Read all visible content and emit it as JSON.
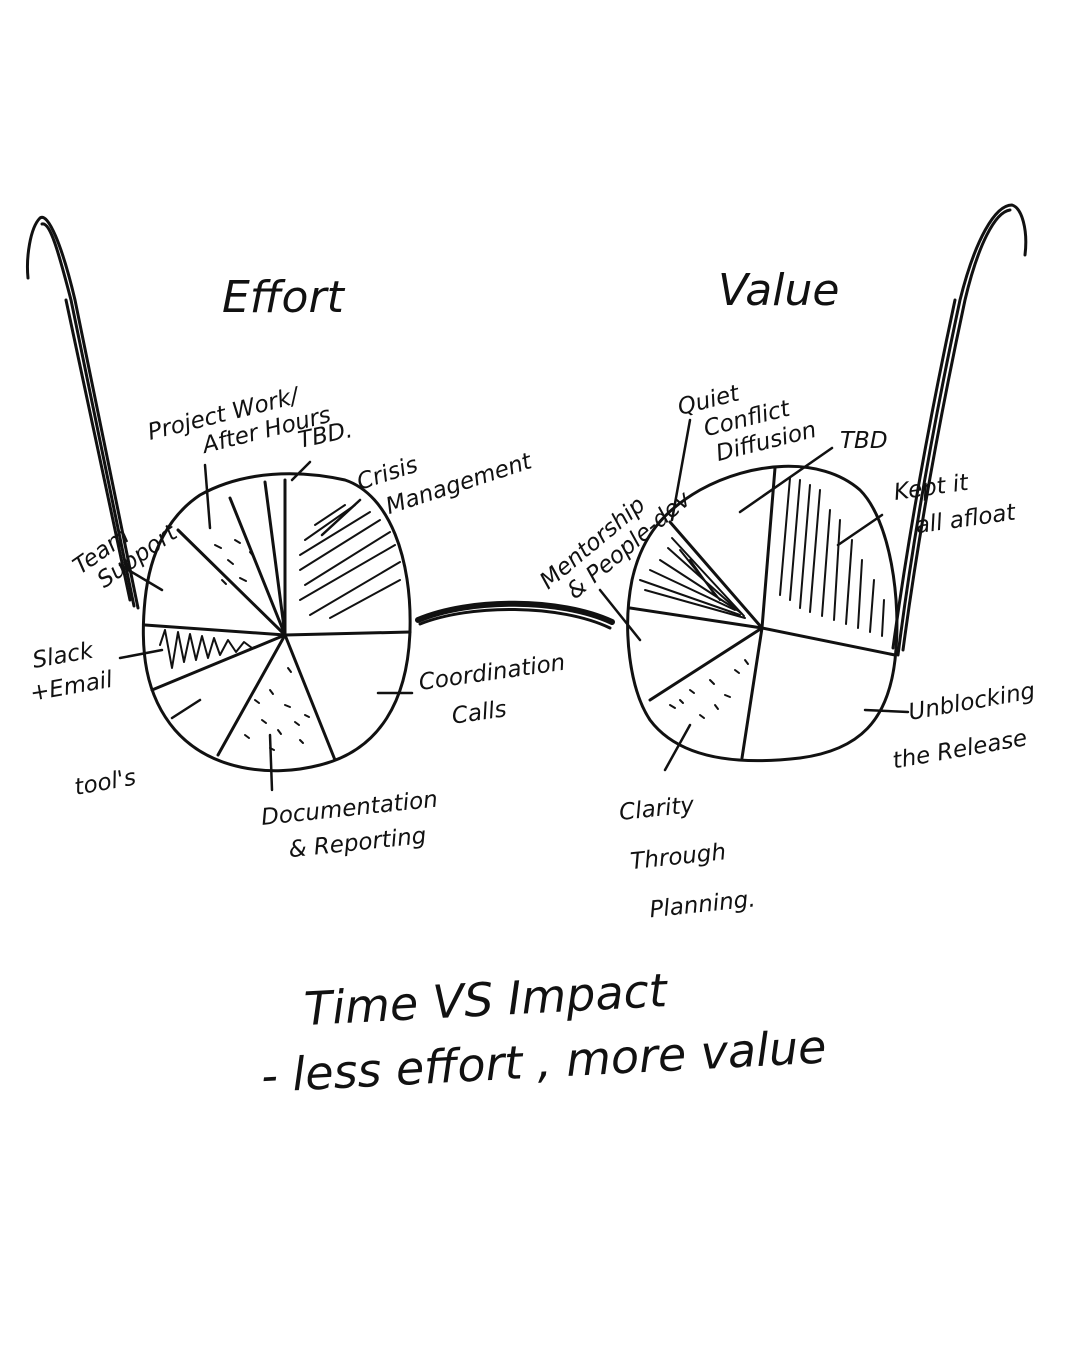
{
  "effort_title": "Effort",
  "value_title": "Value",
  "effort_labels": {
    "project_work": [
      "Project Work/",
      "After Hours"
    ],
    "tbd": "TBD.",
    "crisis": [
      "Crisis",
      "Management"
    ],
    "team_support": [
      "Team",
      "Support"
    ],
    "slack_email": [
      "Slack",
      "+Email"
    ],
    "coordination": [
      "Coordination",
      "Calls"
    ],
    "tools": "tool's",
    "documentation": [
      "Documentation",
      "& Reporting"
    ]
  },
  "value_labels": {
    "quiet_conflict": [
      "Quiet",
      "Conflict",
      "Diffusion"
    ],
    "tbd": "TBD",
    "kept_afloat": [
      "Kept it",
      "all afloat"
    ],
    "mentorship": [
      "Mentorship",
      "& People-dev"
    ],
    "unblocking": [
      "Unblocking",
      "the Release"
    ],
    "clarity": [
      "Clarity",
      "Through",
      "Planning."
    ]
  },
  "caption": {
    "line1": "Time VS Impact",
    "line2": "- less effort , more value"
  },
  "ink_color": "#111111"
}
